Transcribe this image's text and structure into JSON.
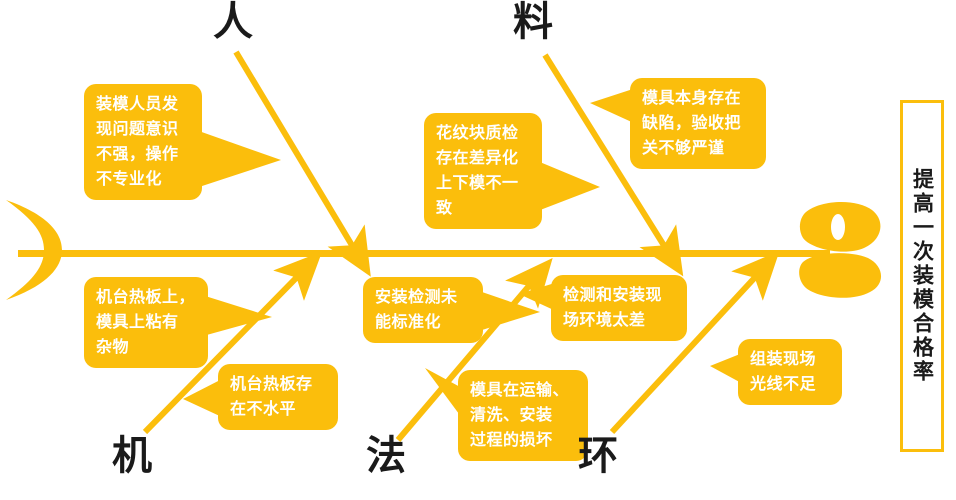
{
  "diagram": {
    "type": "fishbone-ishikawa",
    "accent_color": "#FBBE0C",
    "text_color_on_bubble": "#FFFFFF",
    "label_color": "#1A1A1A",
    "background": "#FFFFFF"
  },
  "goal": {
    "text": "提高一次装模合格率"
  },
  "categories": [
    {
      "id": "ren",
      "label": "人",
      "position": "top"
    },
    {
      "id": "liao",
      "label": "料",
      "position": "top"
    },
    {
      "id": "ji",
      "label": "机",
      "position": "bottom"
    },
    {
      "id": "fa",
      "label": "法",
      "position": "bottom"
    },
    {
      "id": "huan",
      "label": "环",
      "position": "bottom"
    }
  ],
  "causes": [
    {
      "id": "c1",
      "category": "ren",
      "text": "装模人员发\n现问题意识\n不强，操作\n不专业化"
    },
    {
      "id": "c2",
      "category": "liao",
      "text": "花纹块质检\n存在差异化\n上下模不一\n致"
    },
    {
      "id": "c3",
      "category": "liao",
      "text": "模具本身存在\n缺陷，验收把\n关不够严谨"
    },
    {
      "id": "c4",
      "category": "ji",
      "text": "机台热板上，\n模具上粘有\n杂物"
    },
    {
      "id": "c5",
      "category": "ji",
      "text": "机台热板存\n在不水平"
    },
    {
      "id": "c6",
      "category": "fa",
      "text": "安装检测未\n能标准化"
    },
    {
      "id": "c7",
      "category": "fa",
      "text": "模具在运输、\n清洗、安装\n过程的损坏"
    },
    {
      "id": "c8",
      "category": "huan",
      "text": "检测和安装现\n场环境太差"
    },
    {
      "id": "c9",
      "category": "huan",
      "text": "组装现场\n光线不足"
    }
  ],
  "icons": {
    "fish_tail": "fish-tail-icon",
    "fish_head": "fish-head-icon",
    "fish_eye": "fish-eye-icon"
  }
}
